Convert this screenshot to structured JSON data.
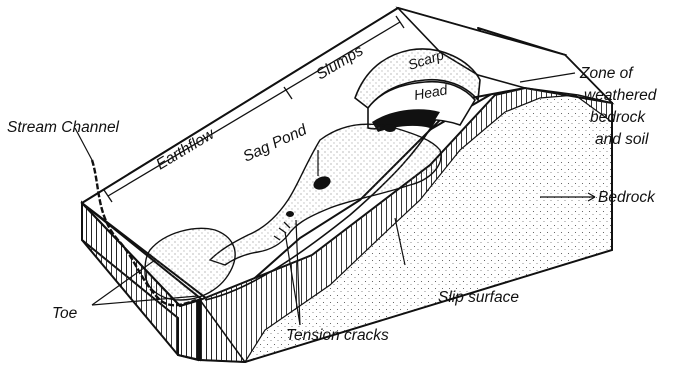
{
  "labels": {
    "stream_channel": "Stream Channel",
    "earthflow": "Earthflow",
    "slumps": "Slumps",
    "scarp": "Scarp",
    "head": "Head",
    "sag_pond": "Sag Pond",
    "zone_line1": "Zone of",
    "zone_line2": "weathered",
    "zone_line3": "bedrock",
    "zone_line4": "and soil",
    "bedrock": "Bedrock",
    "slip_surface": "Slip surface",
    "toe": "Toe",
    "tension_cracks": "Tension cracks"
  },
  "colors": {
    "ink": "#111111",
    "paper": "#ffffff",
    "stipple": "#444444"
  }
}
